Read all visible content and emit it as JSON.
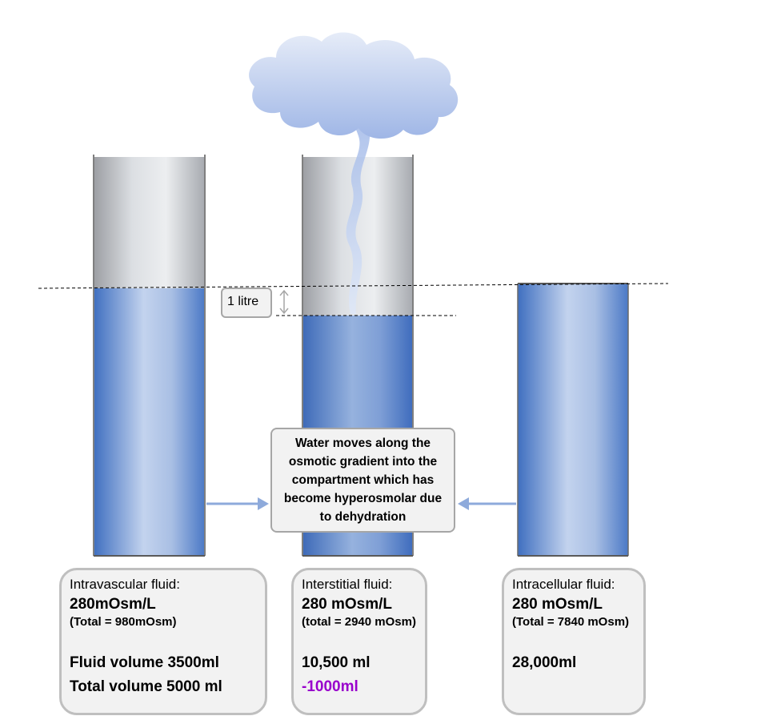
{
  "diagram": {
    "litre_label": "1 litre",
    "message": "Water moves along the osmotic gradient into the compartment which has become hyperosmolar due to dehydration",
    "compartments": [
      {
        "name": "Intravascular fluid:",
        "osmolality": "280mOsm/L",
        "total": "(Total = 980mOsm)",
        "volume_line1": "Fluid volume 3500ml",
        "volume_line2": "Total volume 5000 ml",
        "fill_fraction": 0.67
      },
      {
        "name": "Interstitial fluid:",
        "osmolality": "280 mOsm/L",
        "total": "(total = 2940 mOsm)",
        "volume_line1": "10,500 ml",
        "volume_change": "-1000ml",
        "fill_fraction": 0.6
      },
      {
        "name": "Intracellular fluid:",
        "osmolality": "280 mOsm/L",
        "total": "(Total = 7840 mOsm)",
        "volume_line1": "28,000ml",
        "fill_fraction": 1.0
      }
    ],
    "colors": {
      "water": "#4f81bd",
      "water_light": "#c5d5ea",
      "change_text": "#9900cc",
      "arrow": "#8eaadb",
      "steam": "#9ab3e6"
    }
  }
}
